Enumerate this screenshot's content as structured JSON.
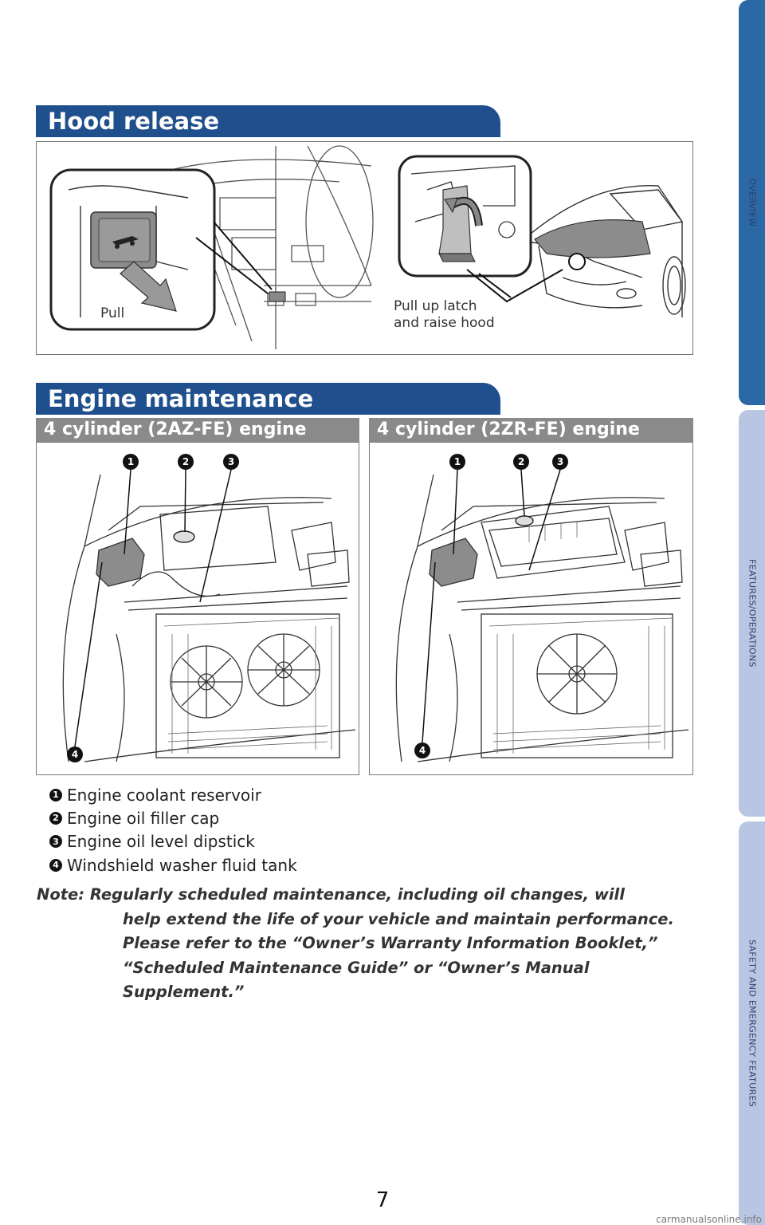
{
  "side_tabs": [
    {
      "label": "OVERVIEW",
      "color": "#2b68a6"
    },
    {
      "label": "FEATURES/OPERATIONS",
      "color": "#b9c6e3"
    },
    {
      "label": "SAFETY AND EMERGENCY FEATURES",
      "color": "#b9c6e3"
    }
  ],
  "hood": {
    "title": "Hood release",
    "pull_label": "Pull",
    "latch_label_line1": "Pull up latch",
    "latch_label_line2": "and raise hood"
  },
  "engine": {
    "title": "Engine maintenance",
    "left_subtitle": "4 cylinder (2AZ-FE) engine",
    "right_subtitle": "4 cylinder (2ZR-FE) engine"
  },
  "callouts": [
    "1",
    "2",
    "3",
    "4"
  ],
  "legend": [
    {
      "num": "1",
      "text": "Engine coolant reservoir"
    },
    {
      "num": "2",
      "text": "Engine oil filler cap"
    },
    {
      "num": "3",
      "text": "Engine oil level dipstick"
    },
    {
      "num": "4",
      "text": "Windshield washer fluid tank"
    }
  ],
  "note": {
    "line1": "Note: Regularly scheduled maintenance, including oil changes, will",
    "line2": "help extend the life of your vehicle and maintain performance.",
    "line3": "Please refer to the “Owner’s Warranty Information Booklet,”",
    "line4": "“Scheduled Maintenance Guide” or “Owner’s Manual",
    "line5": "Supplement.”"
  },
  "page_number": "7",
  "watermark": "carmanualsonline.info",
  "colors": {
    "section_header": "#1f4f8c",
    "subheader": "#8a8a8a",
    "tab_active": "#2b68a6",
    "tab_inactive": "#b9c6e3"
  }
}
